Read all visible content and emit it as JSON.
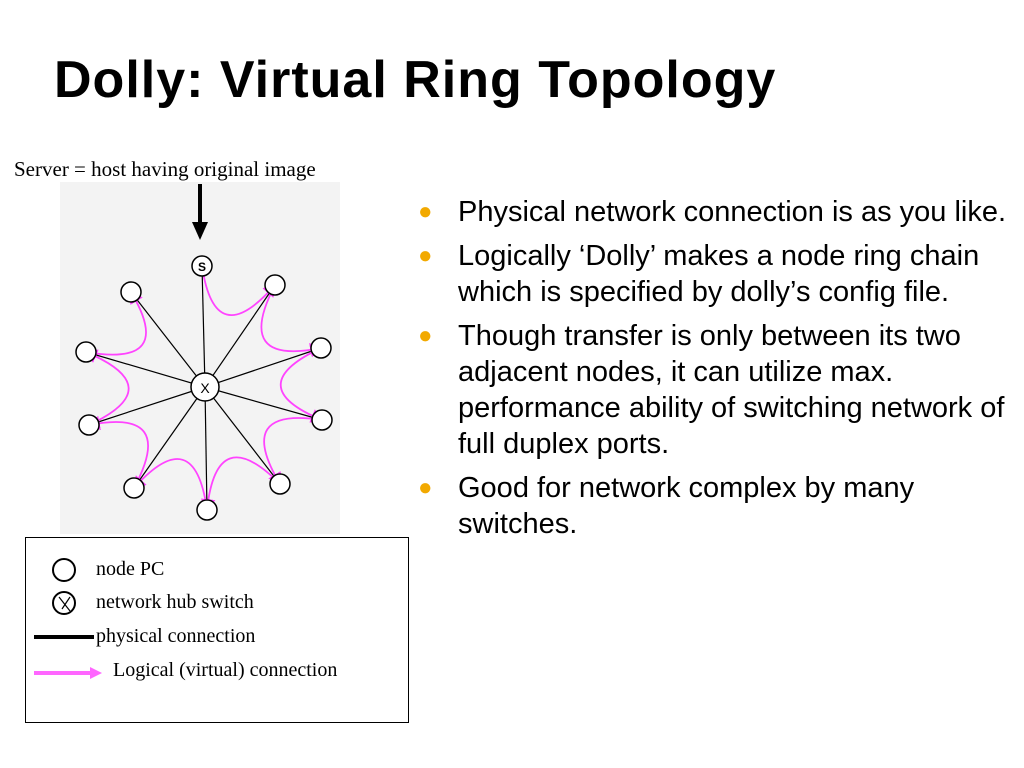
{
  "slide": {
    "title": "Dolly: Virtual Ring Topology",
    "server_label": "Server = host having original image"
  },
  "diagram": {
    "server_node_label": "S",
    "hub_label": "X",
    "node_count": 10,
    "colors": {
      "physical": "#000000",
      "logical": "#ff44ff",
      "node_fill": "#ffffff",
      "panel": "#f3f3f3"
    }
  },
  "legend": {
    "items": [
      {
        "label": "node PC",
        "icon": "circle-icon"
      },
      {
        "label": "network hub switch",
        "icon": "crossed-circle-icon"
      },
      {
        "label": "physical connection",
        "icon": "black-line-icon"
      },
      {
        "label": "Logical (virtual) connection",
        "icon": "pink-arrow-icon"
      }
    ]
  },
  "bullets": {
    "marker_color": "#f2a900",
    "items": [
      "Physical network connection is as you like.",
      "Logically ‘Dolly’ makes a node ring chain which is specified by dolly’s config file.",
      "Though transfer is only between its two adjacent nodes, it can utilize max. performance ability of switching network of full duplex ports.",
      "Good for network complex by many switches."
    ]
  }
}
